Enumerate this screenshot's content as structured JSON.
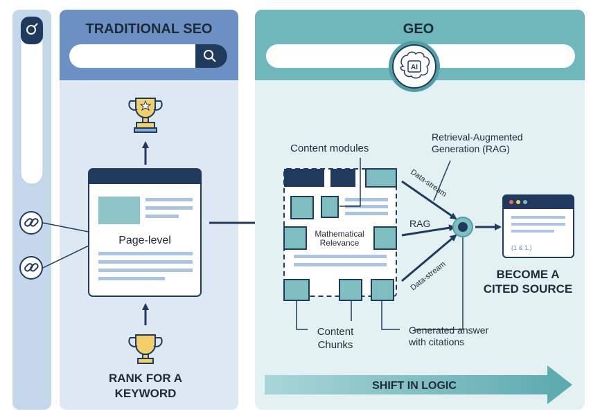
{
  "colors": {
    "left_column": "#c5d7ea",
    "seo_panel_bg": "#dde8f3",
    "seo_header": "#6b91c4",
    "geo_panel_bg": "#e3f1f2",
    "geo_header": "#6fb7bb",
    "navy": "#1f3a5c",
    "teal_block": "#7fbfc1",
    "light_line": "#a9c4e4",
    "gold": "#f1cf6b"
  },
  "left_column": {
    "search_icon": "search-icon",
    "link_icons": [
      "link-icon",
      "link-icon"
    ]
  },
  "seo": {
    "title": "TRADITIONAL SEO",
    "search_icon": "search-icon",
    "top_trophy_icon": "trophy-star-icon",
    "page_label": "Page-level",
    "bottom_trophy_icon": "trophy-icon",
    "caption_line1": "RANK FOR A",
    "caption_line2": "KEYWORD"
  },
  "geo": {
    "title": "GEO",
    "ai_badge": "AI",
    "ai_icon": "ai-brain-icon",
    "content_modules_label": "Content modules",
    "rag_line1": "Retrieval-Augmented",
    "rag_line2": "Generation (RAG)",
    "data_stream_top": "Data-stream",
    "rag_short": "RAG",
    "data_stream_bottom": "Data-stream",
    "math_line1": "Mathematical",
    "math_line2": "Relevance",
    "content_chunks_line1": "Content",
    "content_chunks_line2": "Chunks",
    "generated_line1": "Generated answer",
    "generated_line2": "with citations",
    "citation_text": "(1 & 1.)",
    "cited_line1": "BECOME A",
    "cited_line2": "CITED SOURCE",
    "shift_label": "SHIFT IN LOGIC"
  }
}
